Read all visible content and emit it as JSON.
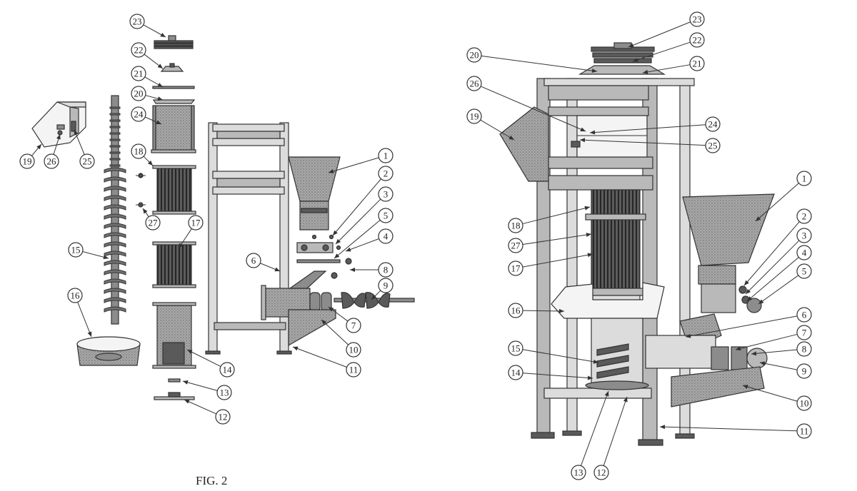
{
  "figure": {
    "caption": "FIG. 2"
  },
  "callouts": {
    "left": [
      "1",
      "2",
      "3",
      "4",
      "5",
      "6",
      "7",
      "8",
      "9",
      "10",
      "11",
      "12",
      "13",
      "14",
      "15",
      "16",
      "17",
      "18",
      "19",
      "20",
      "21",
      "22",
      "23",
      "24",
      "25",
      "26",
      "27"
    ],
    "right": [
      "1",
      "2",
      "3",
      "4",
      "5",
      "6",
      "7",
      "8",
      "9",
      "10",
      "11",
      "12",
      "13",
      "14",
      "15",
      "16",
      "17",
      "18",
      "19",
      "20",
      "21",
      "22",
      "23",
      "24",
      "25",
      "26",
      "27"
    ]
  },
  "colors": {
    "ink": "#333333",
    "shade_dark": "#5a5a5a",
    "shade_mid": "#8c8c8c",
    "shade_light": "#b9b9b9"
  }
}
